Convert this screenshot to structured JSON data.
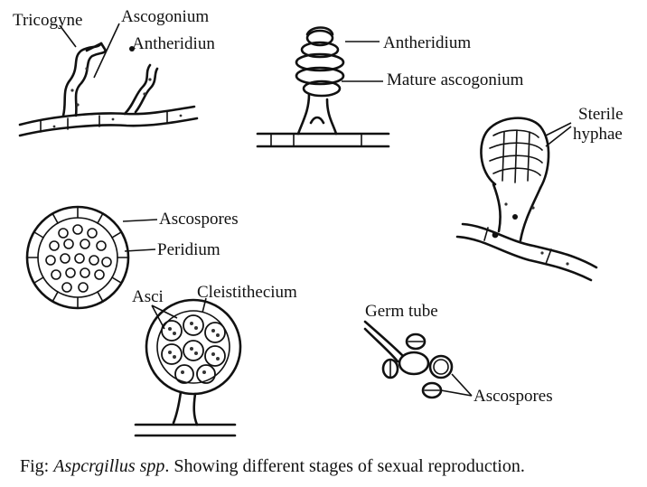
{
  "labels": {
    "tricogyne": "Tricogyne",
    "ascogonium": "Ascogonium",
    "antheridiun": "Antheridiun",
    "antheridium": "Antheridium",
    "mature_ascogonium": "Mature ascogonium",
    "sterile": "Sterile",
    "hyphae": "hyphae",
    "ascospores_top": "Ascospores",
    "peridium": "Peridium",
    "asci": "Asci",
    "cleistithecium": "Cleistithecium",
    "germ_tube": "Germ tube",
    "ascospores_bottom": "Ascospores"
  },
  "caption": {
    "prefix": "Fig: ",
    "genus": "Aspcrgillus spp",
    "suffix": ". Showing different stages of sexual reproduction."
  }
}
